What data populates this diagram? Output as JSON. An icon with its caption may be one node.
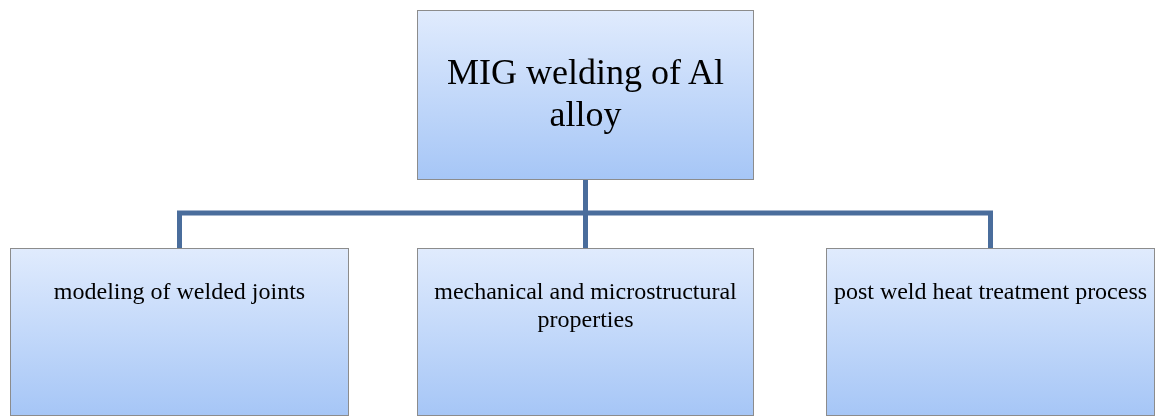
{
  "diagram": {
    "nodes": [
      {
        "text": [
          "MIG welding of Al alloy"
        ]
      },
      {
        "text": [
          "modeling of welded joints"
        ]
      },
      {
        "text": [
          "mechanical and microstructural properties"
        ]
      },
      {
        "text": [
          "post weld heat treatment process"
        ]
      }
    ],
    "edges": [
      {
        "from": 0,
        "to": 1,
        "arrow": "none"
      },
      {
        "from": 0,
        "to": 2,
        "arrow": "none"
      },
      {
        "from": 0,
        "to": 3,
        "arrow": "none"
      }
    ]
  }
}
